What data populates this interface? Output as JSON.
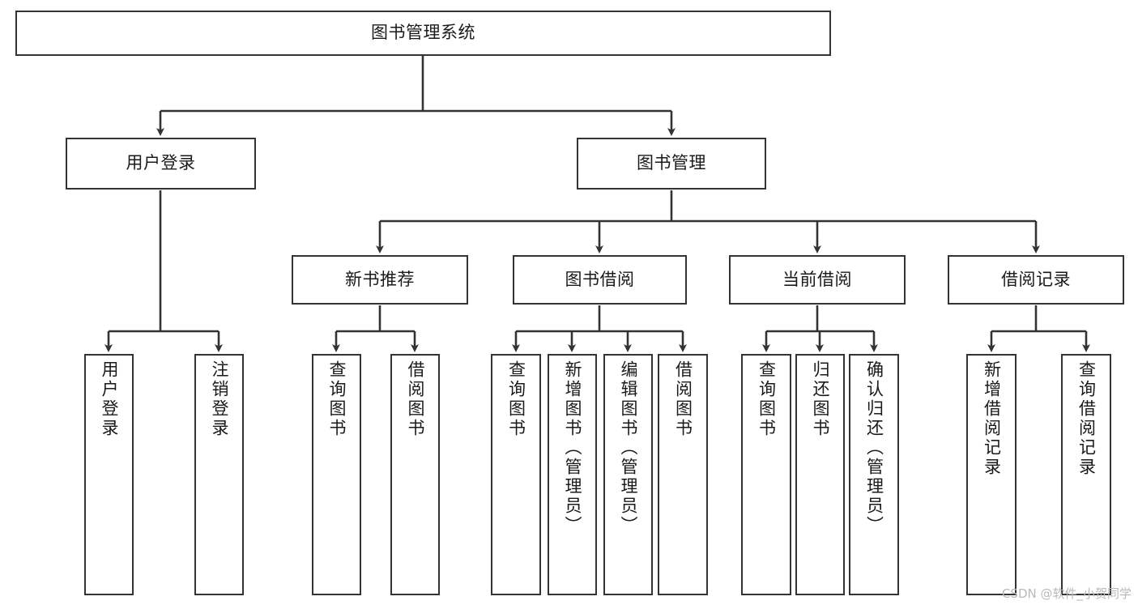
{
  "diagram": {
    "type": "tree-hierarchy",
    "title": "图书管理系统",
    "orientation": "top-down",
    "edge_style": "orthogonal-arrow",
    "colors": {
      "box_border": "#333333",
      "box_fill": "#ffffff",
      "connector": "#333333",
      "text": "#1a1a1a",
      "background": "#ffffff",
      "watermark": "#b9b9b9"
    },
    "root": {
      "label": "图书管理系统"
    },
    "level2": [
      {
        "label": "用户登录"
      },
      {
        "label": "图书管理"
      }
    ],
    "level3": [
      {
        "label": "新书推荐"
      },
      {
        "label": "图书借阅"
      },
      {
        "label": "当前借阅"
      },
      {
        "label": "借阅记录"
      }
    ],
    "leaves": {
      "user_login": [
        {
          "label": "用户登录"
        },
        {
          "label": "注销登录"
        }
      ],
      "new_book": [
        {
          "label": "查询图书"
        },
        {
          "label": "借阅图书"
        }
      ],
      "book_borrow": [
        {
          "label": "查询图书"
        },
        {
          "label": "新增图书（管理员）"
        },
        {
          "label": "编辑图书（管理员）"
        },
        {
          "label": "借阅图书"
        }
      ],
      "current_borrow": [
        {
          "label": "查询图书"
        },
        {
          "label": "归还图书"
        },
        {
          "label": "确认归还（管理员）"
        }
      ],
      "borrow_record": [
        {
          "label": "新增借阅记录"
        },
        {
          "label": "查询借阅记录"
        }
      ]
    }
  },
  "watermark": {
    "text": "CSDN @软件_小贺同学"
  }
}
